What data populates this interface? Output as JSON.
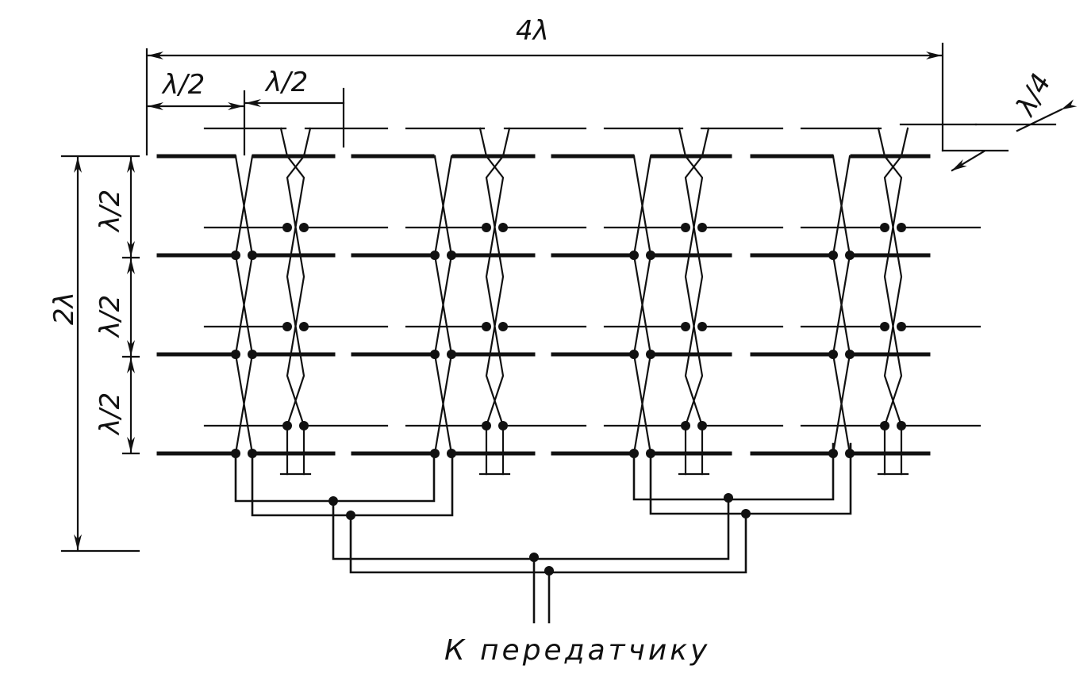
{
  "diagram": {
    "colors": {
      "ink": "#111111",
      "background": "#ffffff"
    },
    "dimensions": {
      "total_width": "4λ",
      "half_wave_1": "λ/2",
      "half_wave_2": "λ/2",
      "reflector_spacing": "λ/4",
      "total_height": "2λ",
      "row_spacing_1": "λ/2",
      "row_spacing_2": "λ/2",
      "row_spacing_3": "λ/2"
    },
    "caption": "К передатчику",
    "structure": {
      "stacks": 4,
      "active_rows": 4,
      "reflector_rows": 4
    }
  }
}
